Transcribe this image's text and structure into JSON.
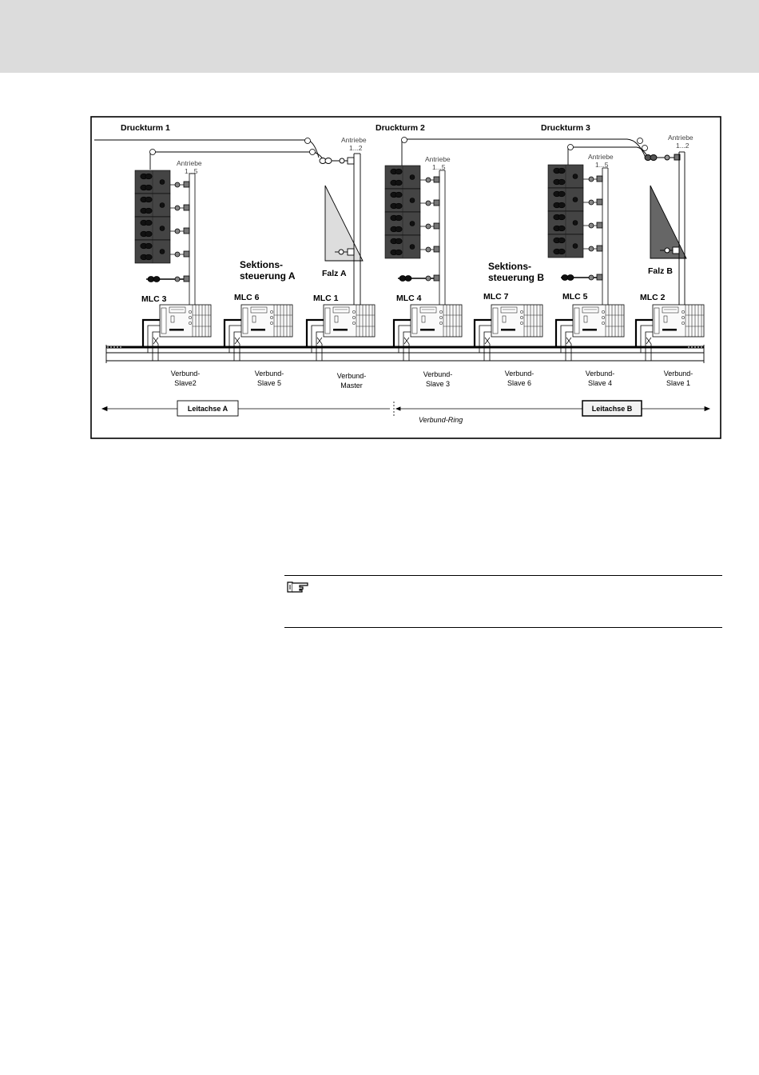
{
  "diagram": {
    "towers": [
      "Druckturm 1",
      "Druckturm 2",
      "Druckturm 3"
    ],
    "drives_label": "Antriebe",
    "drives_range_5": "1...5",
    "drives_range_2": "1...2",
    "sections": [
      {
        "line1": "Sektions-",
        "line2": "steuerung A"
      },
      {
        "line1": "Sektions-",
        "line2": "steuerung B"
      }
    ],
    "folders": [
      "Falz A",
      "Falz B"
    ],
    "controllers": [
      "MLC 3",
      "MLC 6",
      "MLC 1",
      "MLC 4",
      "MLC 7",
      "MLC 5",
      "MLC 2"
    ],
    "roles": [
      {
        "line1": "Verbund-",
        "line2": "Slave2"
      },
      {
        "line1": "Verbund-",
        "line2": "Slave 5"
      },
      {
        "line1": "Verbund-",
        "line2": "Master"
      },
      {
        "line1": "Verbund-",
        "line2": "Slave 3"
      },
      {
        "line1": "Verbund-",
        "line2": "Slave 6"
      },
      {
        "line1": "Verbund-",
        "line2": "Slave 4"
      },
      {
        "line1": "Verbund-",
        "line2": "Slave 1"
      }
    ],
    "leading_axis_a": "Leitachse A",
    "leading_axis_b": "Leitachse B",
    "ring_label": "Verbund-Ring"
  },
  "note": {
    "icon": "pointing-hand-icon"
  }
}
